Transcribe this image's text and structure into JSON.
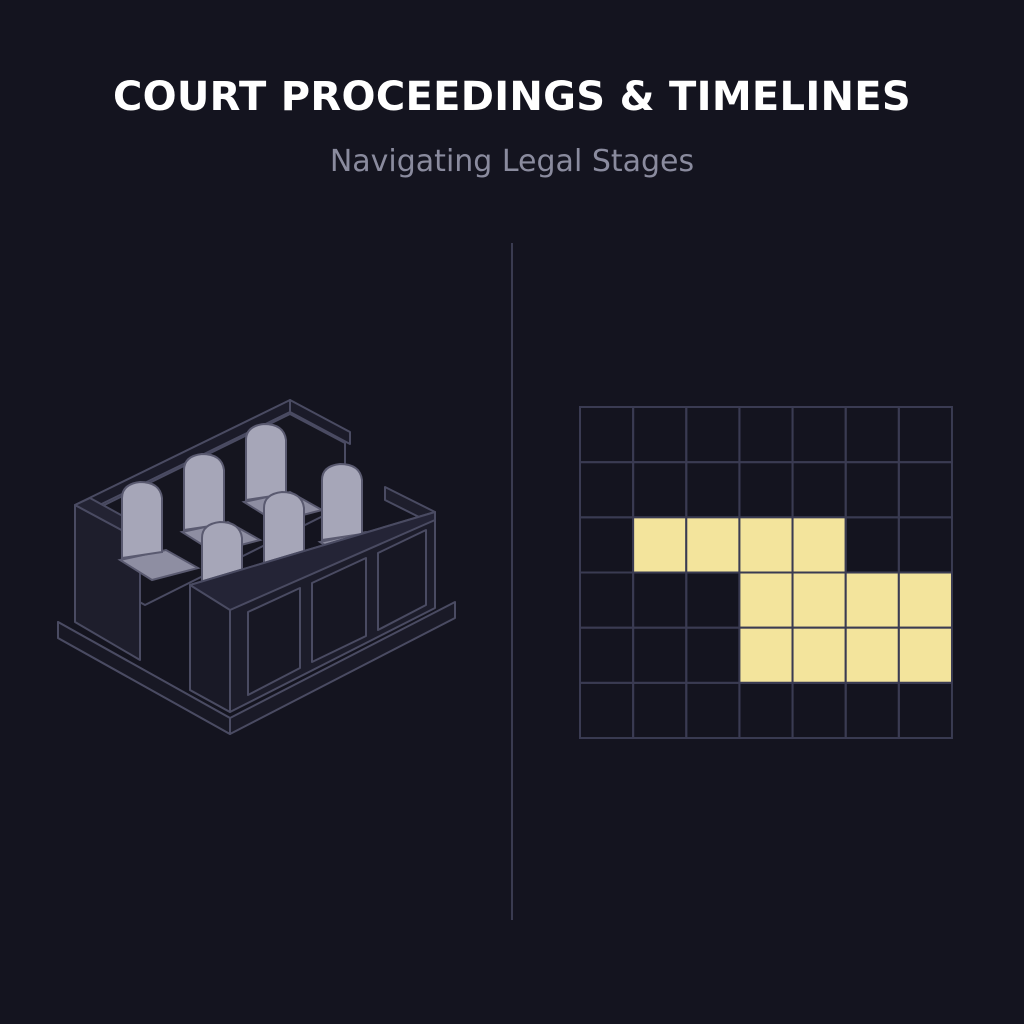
{
  "header": {
    "title": "COURT PROCEEDINGS & TIMELINES",
    "subtitle": "Navigating Legal Stages"
  },
  "illustration": {
    "icon": "jury-box-icon",
    "seat_count": 6
  },
  "grid": {
    "rows": 6,
    "cols": 7,
    "filled": [
      [
        2,
        1
      ],
      [
        2,
        2
      ],
      [
        2,
        3
      ],
      [
        2,
        4
      ],
      [
        3,
        3
      ],
      [
        3,
        4
      ],
      [
        3,
        5
      ],
      [
        3,
        6
      ],
      [
        4,
        3
      ],
      [
        4,
        4
      ],
      [
        4,
        5
      ],
      [
        4,
        6
      ]
    ]
  },
  "colors": {
    "background": "#14141f",
    "line": "#3a3b50",
    "fill": "#f3e49c",
    "seat": "#a6a6b8",
    "box_face": "#1c1c2a"
  }
}
